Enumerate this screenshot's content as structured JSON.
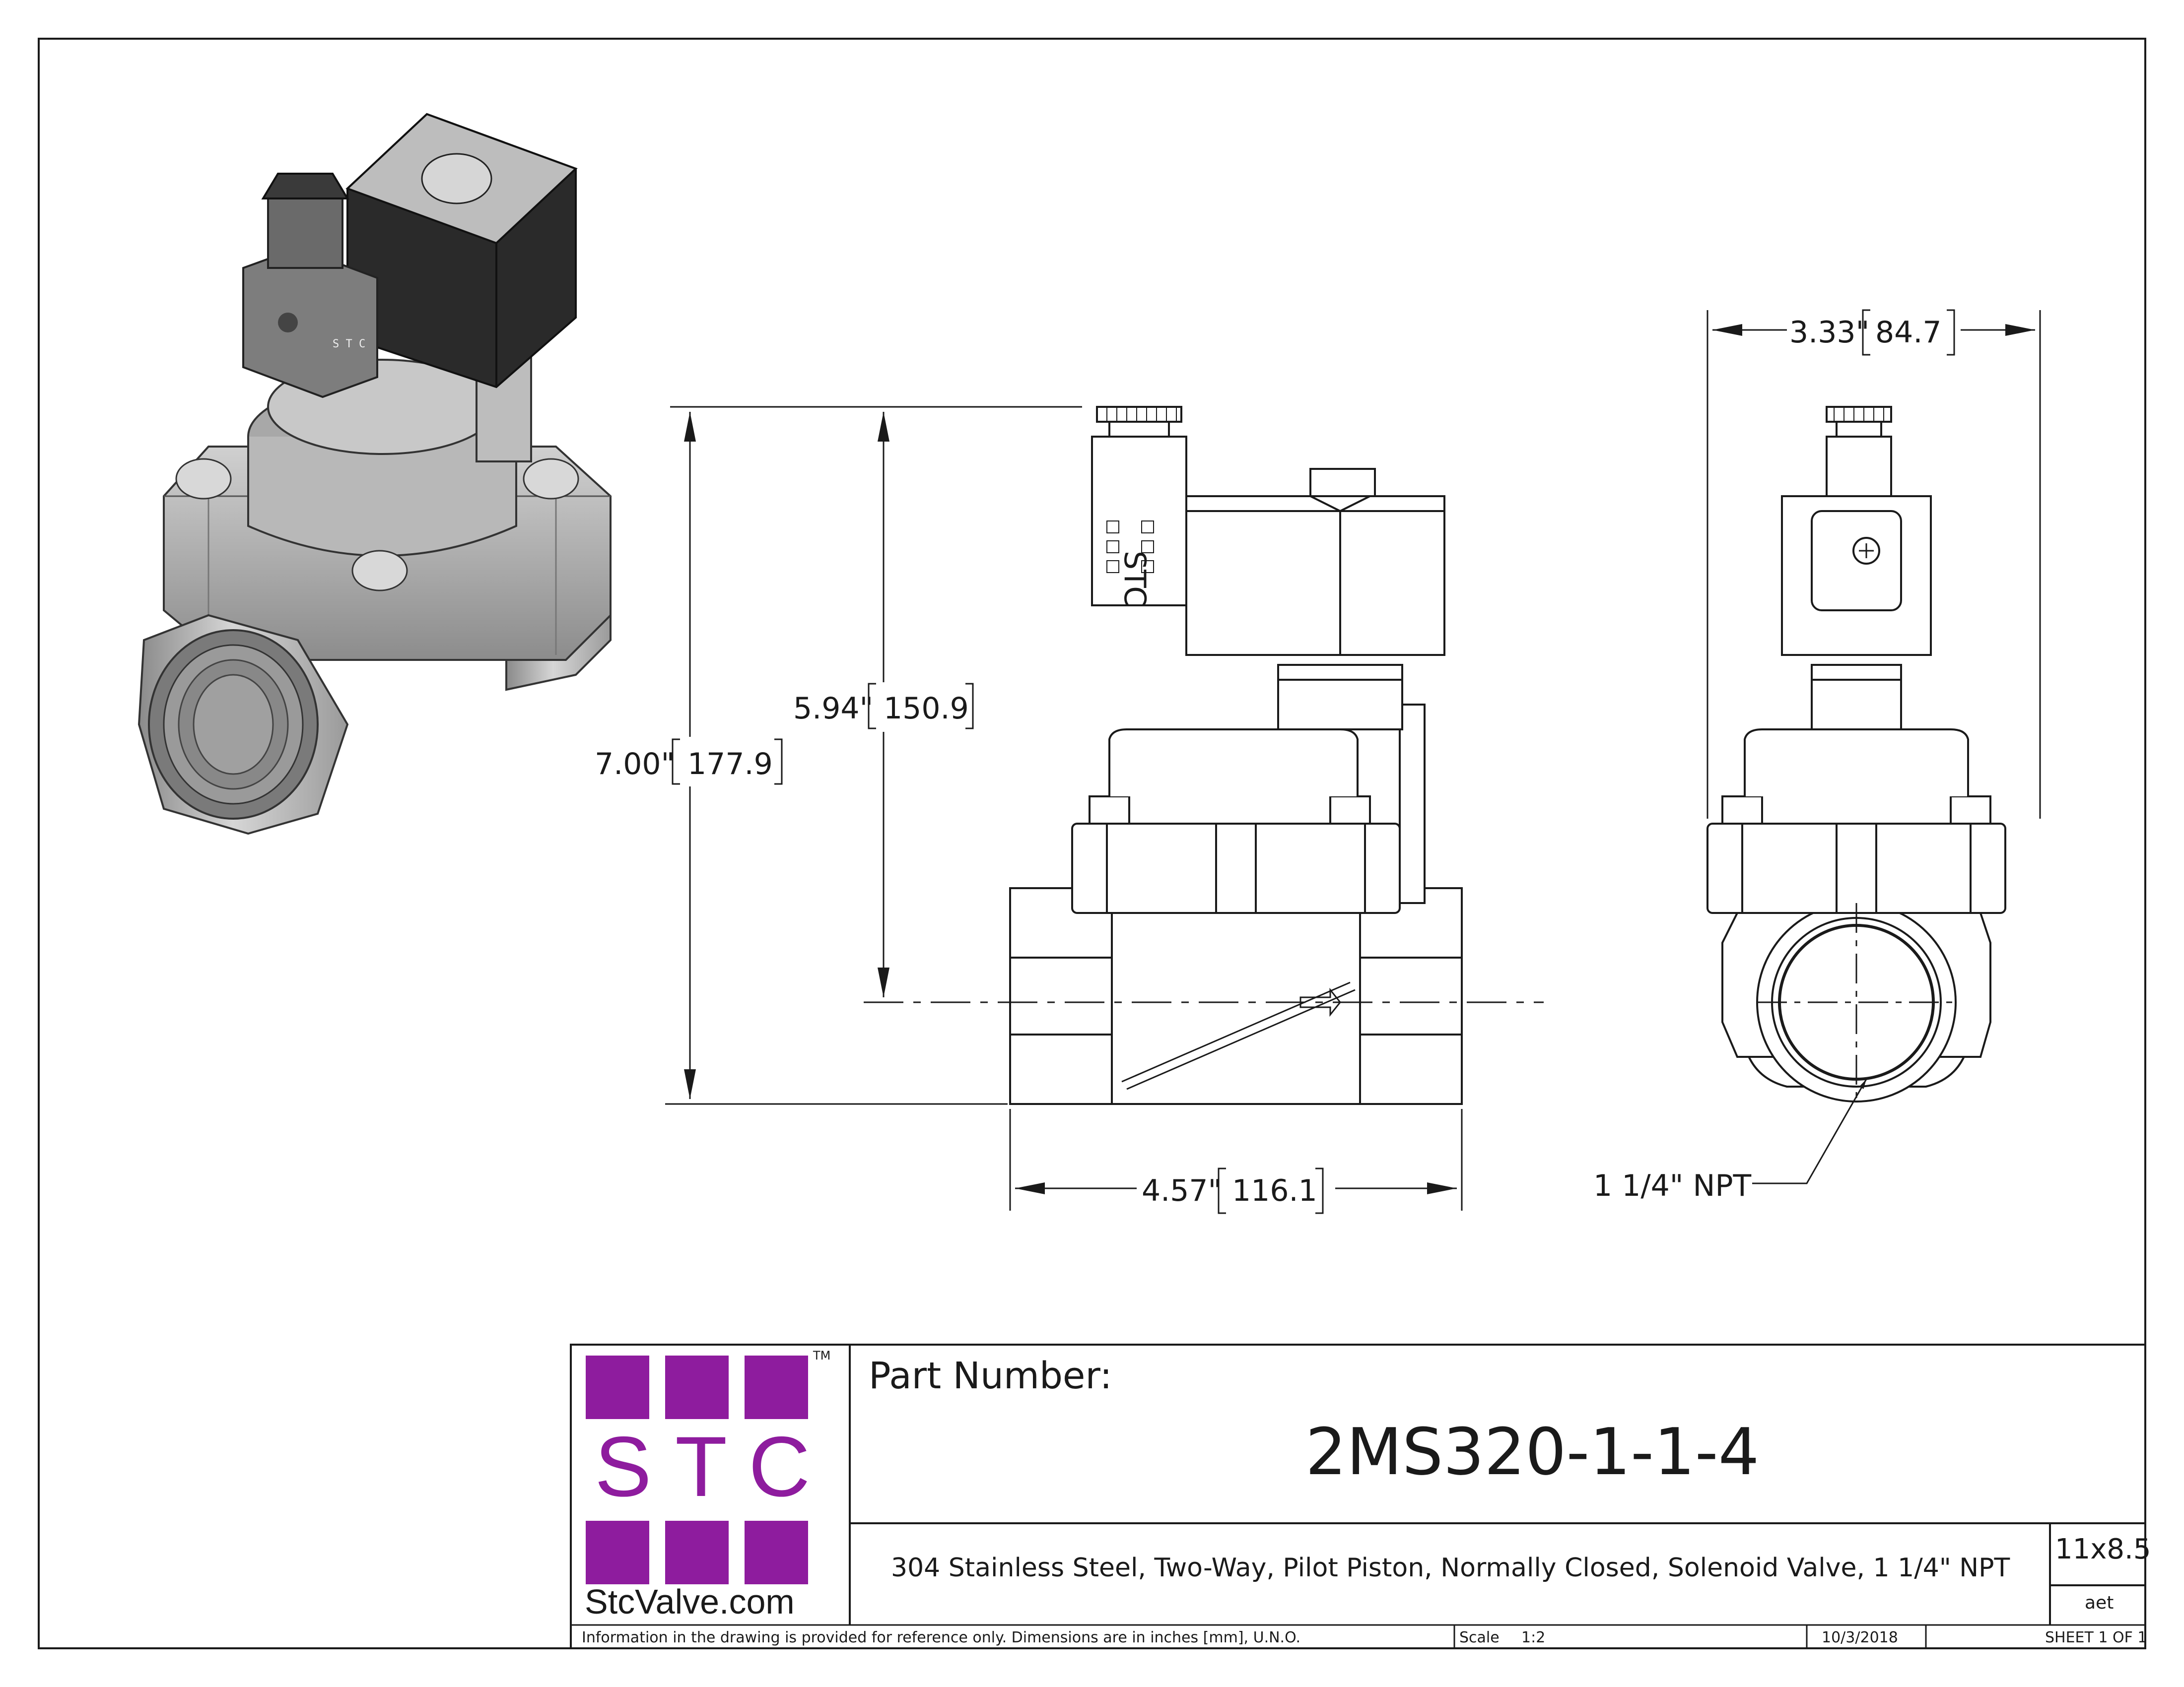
{
  "dimensions": {
    "overall_height_in": "7.00\"",
    "overall_height_mm": "177.9",
    "centerline_height_in": "5.94\"",
    "centerline_height_mm": "150.9",
    "length_in": "4.57\"",
    "length_mm": "116.1",
    "width_in": "3.33\"",
    "width_mm": "84.7",
    "port_callout": "1 1/4\" NPT"
  },
  "labels": {
    "coil_marking": "STC",
    "connector_marking": "S T C"
  },
  "title_block": {
    "logo_letters": [
      "S",
      "T",
      "C"
    ],
    "trademark": "TM",
    "website": "StcValve.com",
    "part_number_label": "Part Number:",
    "part_number": "2MS320-1-1-4",
    "description": "304 Stainless Steel, Two-Way, Pilot Piston, Normally Closed, Solenoid Valve, 1 1/4\" NPT",
    "sheet_size": "11x8.5",
    "drawn_by": "aet",
    "disclaimer": "Information in the drawing is provided for reference only. Dimensions are in inches [mm], U.N.O.",
    "scale_label": "Scale",
    "scale_value": "1:2",
    "date": "10/3/2018",
    "sheet": "SHEET 1 OF 1"
  },
  "colors": {
    "logo_purple": "#8e1c9e",
    "line": "#1a1a1a",
    "coil_black": "#2a2a2a",
    "body_gray": "#b5b5b5"
  }
}
